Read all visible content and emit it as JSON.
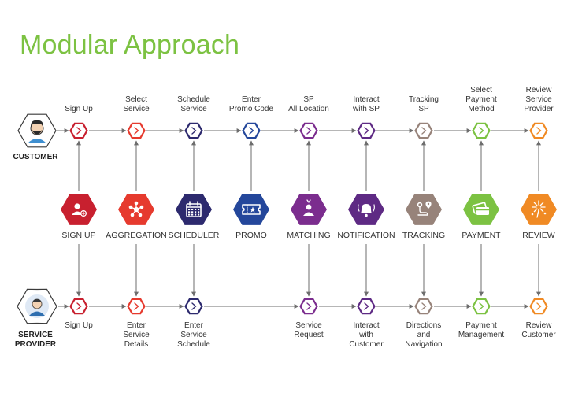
{
  "title": "Modular Approach",
  "actors": {
    "customer": "CUSTOMER",
    "provider": [
      "SERVICE",
      "PROVIDER"
    ]
  },
  "steps": [
    {
      "color": "#c8202f",
      "top": [
        "Sign Up"
      ],
      "module": "SIGN UP",
      "icon": "user-add-icon",
      "bottom": [
        "Sign Up"
      ],
      "bottomLinked": true
    },
    {
      "color": "#e63a2e",
      "top": [
        "Select",
        "Service"
      ],
      "module": "AGGREGATION",
      "icon": "network-nodes-icon",
      "bottom": [
        "Enter",
        "Service",
        "Details"
      ],
      "bottomLinked": true
    },
    {
      "color": "#2d2a6e",
      "top": [
        "Schedule",
        "Service"
      ],
      "module": "SCHEDULER",
      "icon": "calendar-icon",
      "bottom": [
        "Enter",
        "Service",
        "Schedule"
      ],
      "bottomLinked": true
    },
    {
      "color": "#24479b",
      "top": [
        "Enter",
        "Promo Code"
      ],
      "module": "PROMO",
      "icon": "ticket-icon",
      "bottom": [],
      "bottomLinked": false
    },
    {
      "color": "#7b2d8e",
      "top": [
        "SP",
        "All Location"
      ],
      "module": "MATCHING",
      "icon": "person-match-icon",
      "bottom": [
        "Service",
        "Request"
      ],
      "bottomLinked": true
    },
    {
      "color": "#5e2a84",
      "top": [
        "Interact",
        "with SP"
      ],
      "module": "NOTIFICATION",
      "icon": "bell-icon",
      "bottom": [
        "Interact",
        "with",
        "Customer"
      ],
      "bottomLinked": true
    },
    {
      "color": "#97837a",
      "top": [
        "Tracking",
        "SP"
      ],
      "module": "TRACKING",
      "icon": "route-pin-icon",
      "bottom": [
        "Directions",
        "and",
        "Navigation"
      ],
      "bottomLinked": true
    },
    {
      "color": "#7cc242",
      "top": [
        "Select",
        "Payment",
        "Method"
      ],
      "module": "PAYMENT",
      "icon": "credit-card-icon",
      "bottom": [
        "Payment",
        "Management"
      ],
      "bottomLinked": true
    },
    {
      "color": "#f08a24",
      "top": [
        "Review",
        "Service",
        "Provider"
      ],
      "module": "REVIEW",
      "icon": "fireworks-icon",
      "bottom": [
        "Review",
        "Customer"
      ],
      "bottomLinked": true
    }
  ]
}
